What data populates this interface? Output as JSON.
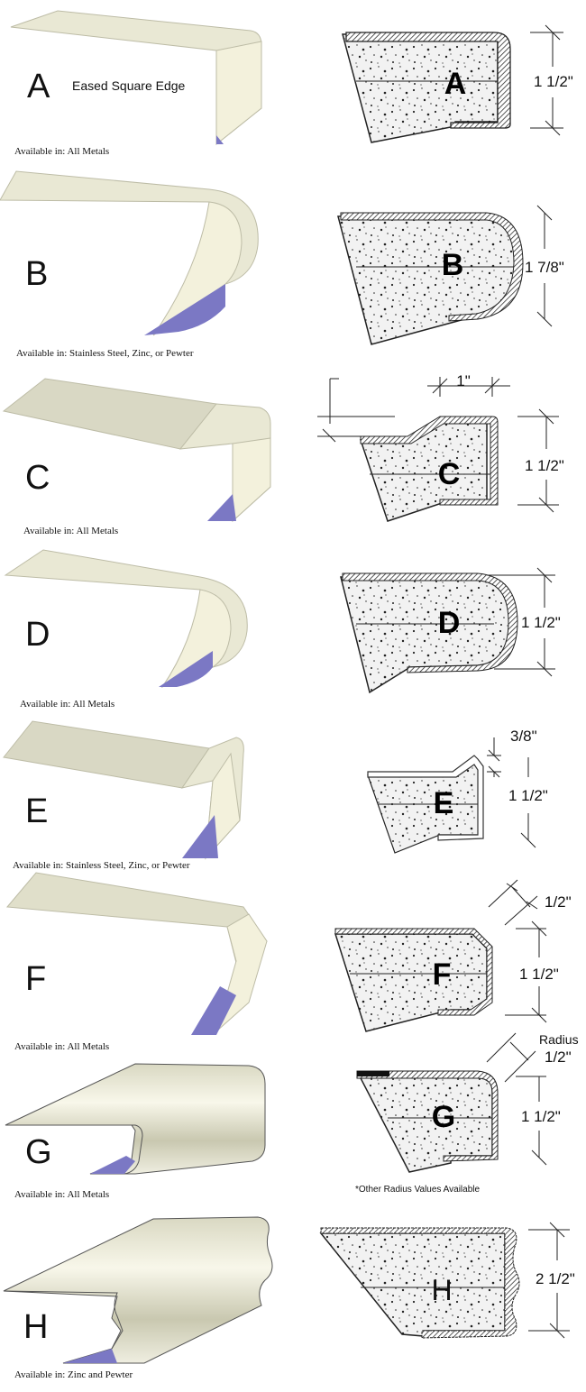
{
  "colors": {
    "metal": "#efeedd",
    "metal_side": "#f4f2e2",
    "underside": "#7b78c4",
    "outline": "#333333",
    "stone": "#f2f2f2"
  },
  "profiles": [
    {
      "letter": "A",
      "name": "Eased Square Edge",
      "available": "Available in:  All Metals",
      "dims": [
        "1 1/2\""
      ]
    },
    {
      "letter": "B",
      "name": "",
      "available": "Available in:  Stainless Steel, Zinc, or Pewter",
      "dims": [
        "1 7/8\""
      ]
    },
    {
      "letter": "C",
      "name": "",
      "available": "Available in:  All Metals",
      "dims": [
        "1\"",
        "1 1/2\""
      ]
    },
    {
      "letter": "D",
      "name": "",
      "available": "Available in:  All Metals",
      "dims": [
        "1 1/2\""
      ]
    },
    {
      "letter": "E",
      "name": "",
      "available": "Available in:  Stainless Steel, Zinc, or Pewter",
      "dims": [
        "3/8\"",
        "1 1/2\""
      ]
    },
    {
      "letter": "F",
      "name": "",
      "available": "Available in:  All Metals",
      "dims": [
        "1/2\"",
        "1 1/2\""
      ]
    },
    {
      "letter": "G",
      "name": "",
      "available": "Available in:  All Metals",
      "dims": [
        "Radius",
        "1/2\"",
        "1 1/2\""
      ],
      "note": "*Other Radius Values Available"
    },
    {
      "letter": "H",
      "name": "",
      "available": "Available in:  Zinc and Pewter",
      "dims": [
        "2 1/2\""
      ]
    }
  ]
}
